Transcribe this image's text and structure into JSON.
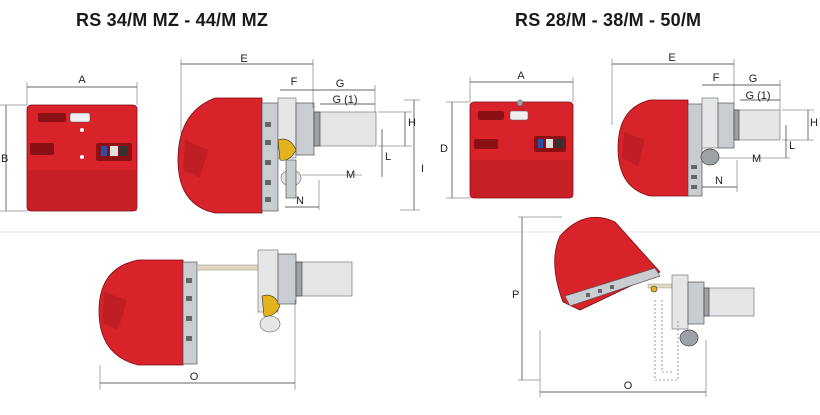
{
  "titles": {
    "left": "RS 34/M MZ - 44/M MZ",
    "right": "RS 28/M - 38/M - 50/M"
  },
  "dimension_labels": {
    "A": "A",
    "B": "B",
    "D": "D",
    "E": "E",
    "F": "F",
    "G": "G",
    "G1": "G (1)",
    "H": "H",
    "I": "I",
    "L": "L",
    "M": "M",
    "N": "N",
    "O": "O",
    "P": "P"
  },
  "colors": {
    "burner_red": "#d8232a",
    "dark_red": "#b51c22",
    "metal_grey": "#c9ccd0",
    "accent_yellow": "#e3b21c"
  }
}
